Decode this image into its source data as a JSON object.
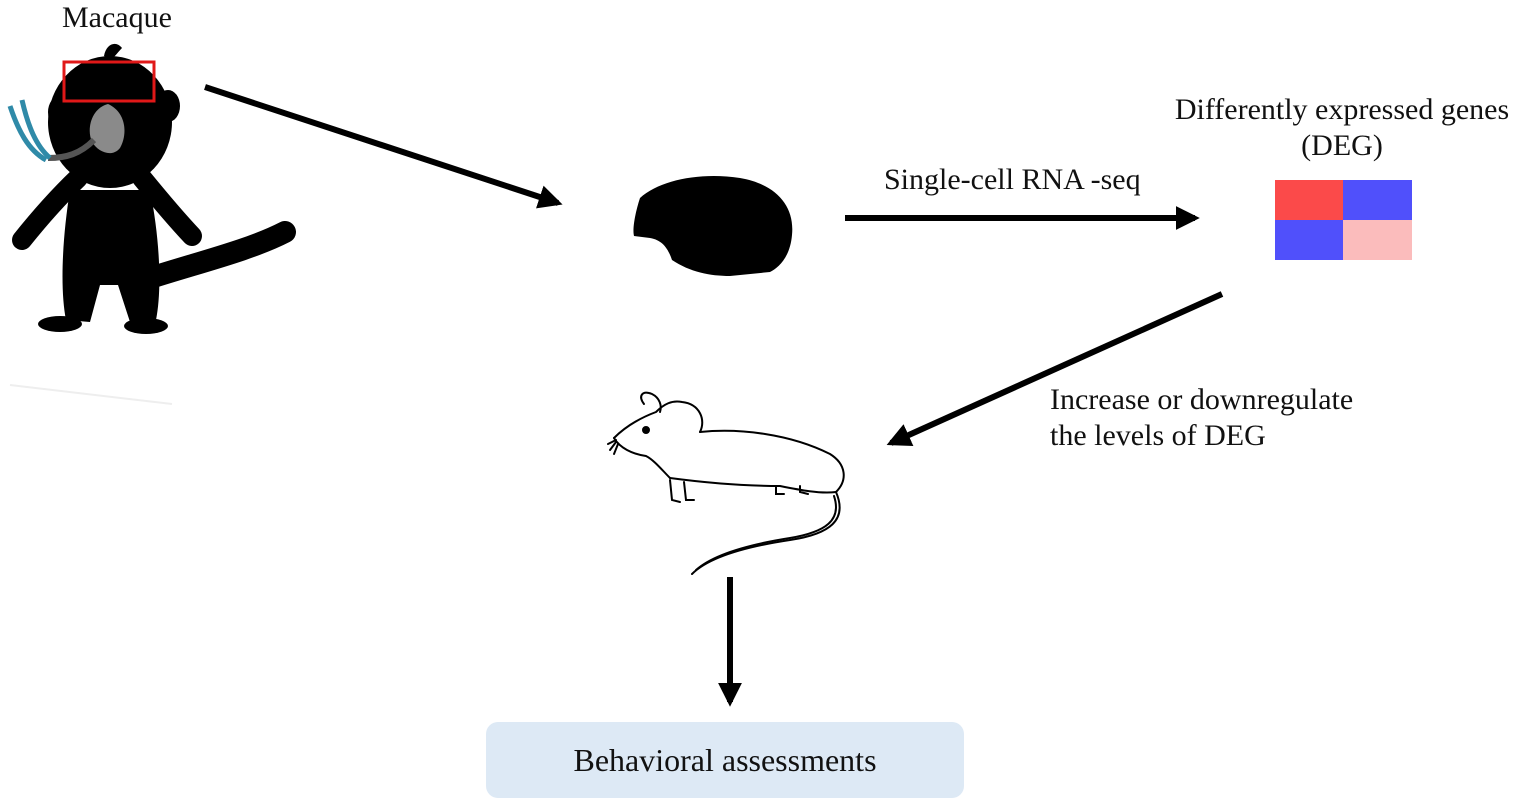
{
  "labels": {
    "macaque": "Macaque",
    "deg_line1": "Differently expressed genes",
    "deg_line2": "(DEG)",
    "scrna": "Single-cell RNA -seq",
    "regulate_line1": "Increase or downregulate",
    "regulate_line2": "the levels of DEG",
    "behavior": "Behavioral assessments"
  },
  "colors": {
    "heatmap_red": "#fb4a4a",
    "heatmap_blue": "#5050fb",
    "heatmap_pink": "#fbbcbc",
    "highlight_box": "#e01818",
    "tube": "#2f8aa8",
    "behavior_box": "#dde9f5"
  }
}
